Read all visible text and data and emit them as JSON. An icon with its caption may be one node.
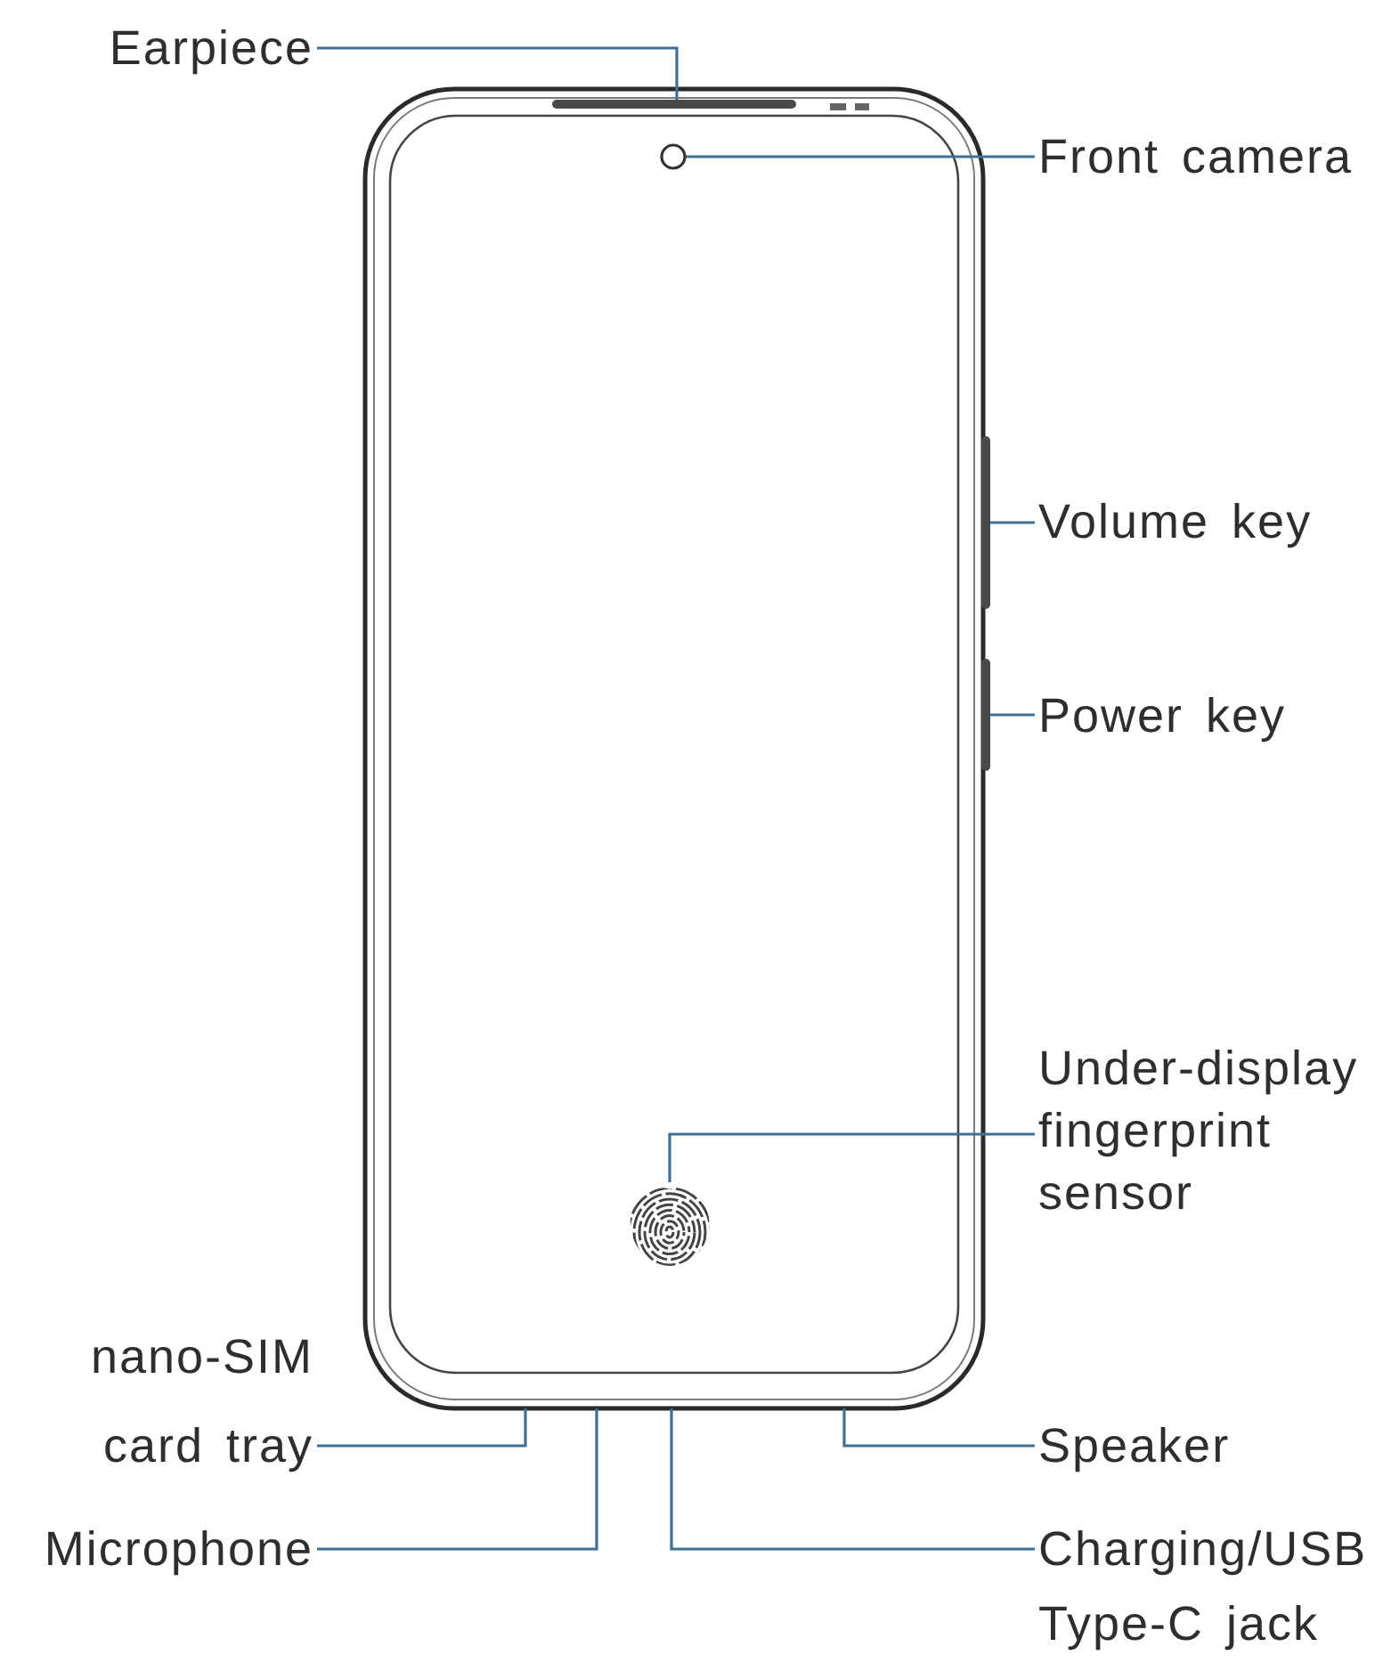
{
  "diagram": {
    "nodes": [
      {
        "text": [
          "Earpiece"
        ]
      },
      {
        "text": [],
        "shape": "bar"
      },
      {
        "text": [
          "Front camera"
        ]
      },
      {
        "text": [],
        "shape": "circle"
      },
      {
        "text": [
          "Volume key"
        ]
      },
      {
        "text": [],
        "shape": "bar"
      },
      {
        "text": [
          "Power key"
        ]
      },
      {
        "text": [],
        "shape": "bar"
      },
      {
        "text": [
          "Under-display fingerprint sensor"
        ]
      },
      {
        "text": [],
        "shape": "picture"
      },
      {
        "text": [
          "nano-SIM card tray"
        ]
      },
      {
        "text": [
          "Speaker"
        ]
      },
      {
        "text": [
          "Microphone"
        ]
      },
      {
        "text": [
          "Charging/USB Type-C jack"
        ]
      }
    ],
    "edges": [
      {
        "from": 0,
        "to": 1,
        "arrow": "none"
      },
      {
        "from": 2,
        "to": 3,
        "arrow": "none"
      },
      {
        "from": 4,
        "to": 5,
        "arrow": "none"
      },
      {
        "from": 6,
        "to": 7,
        "arrow": "none"
      },
      {
        "from": 8,
        "to": 9,
        "arrow": "none"
      },
      {
        "from": 10,
        "to": null,
        "arrow": "none"
      },
      {
        "from": 11,
        "to": null,
        "arrow": "none"
      },
      {
        "from": 12,
        "to": null,
        "arrow": "none"
      },
      {
        "from": 13,
        "to": null,
        "arrow": "none"
      }
    ]
  }
}
